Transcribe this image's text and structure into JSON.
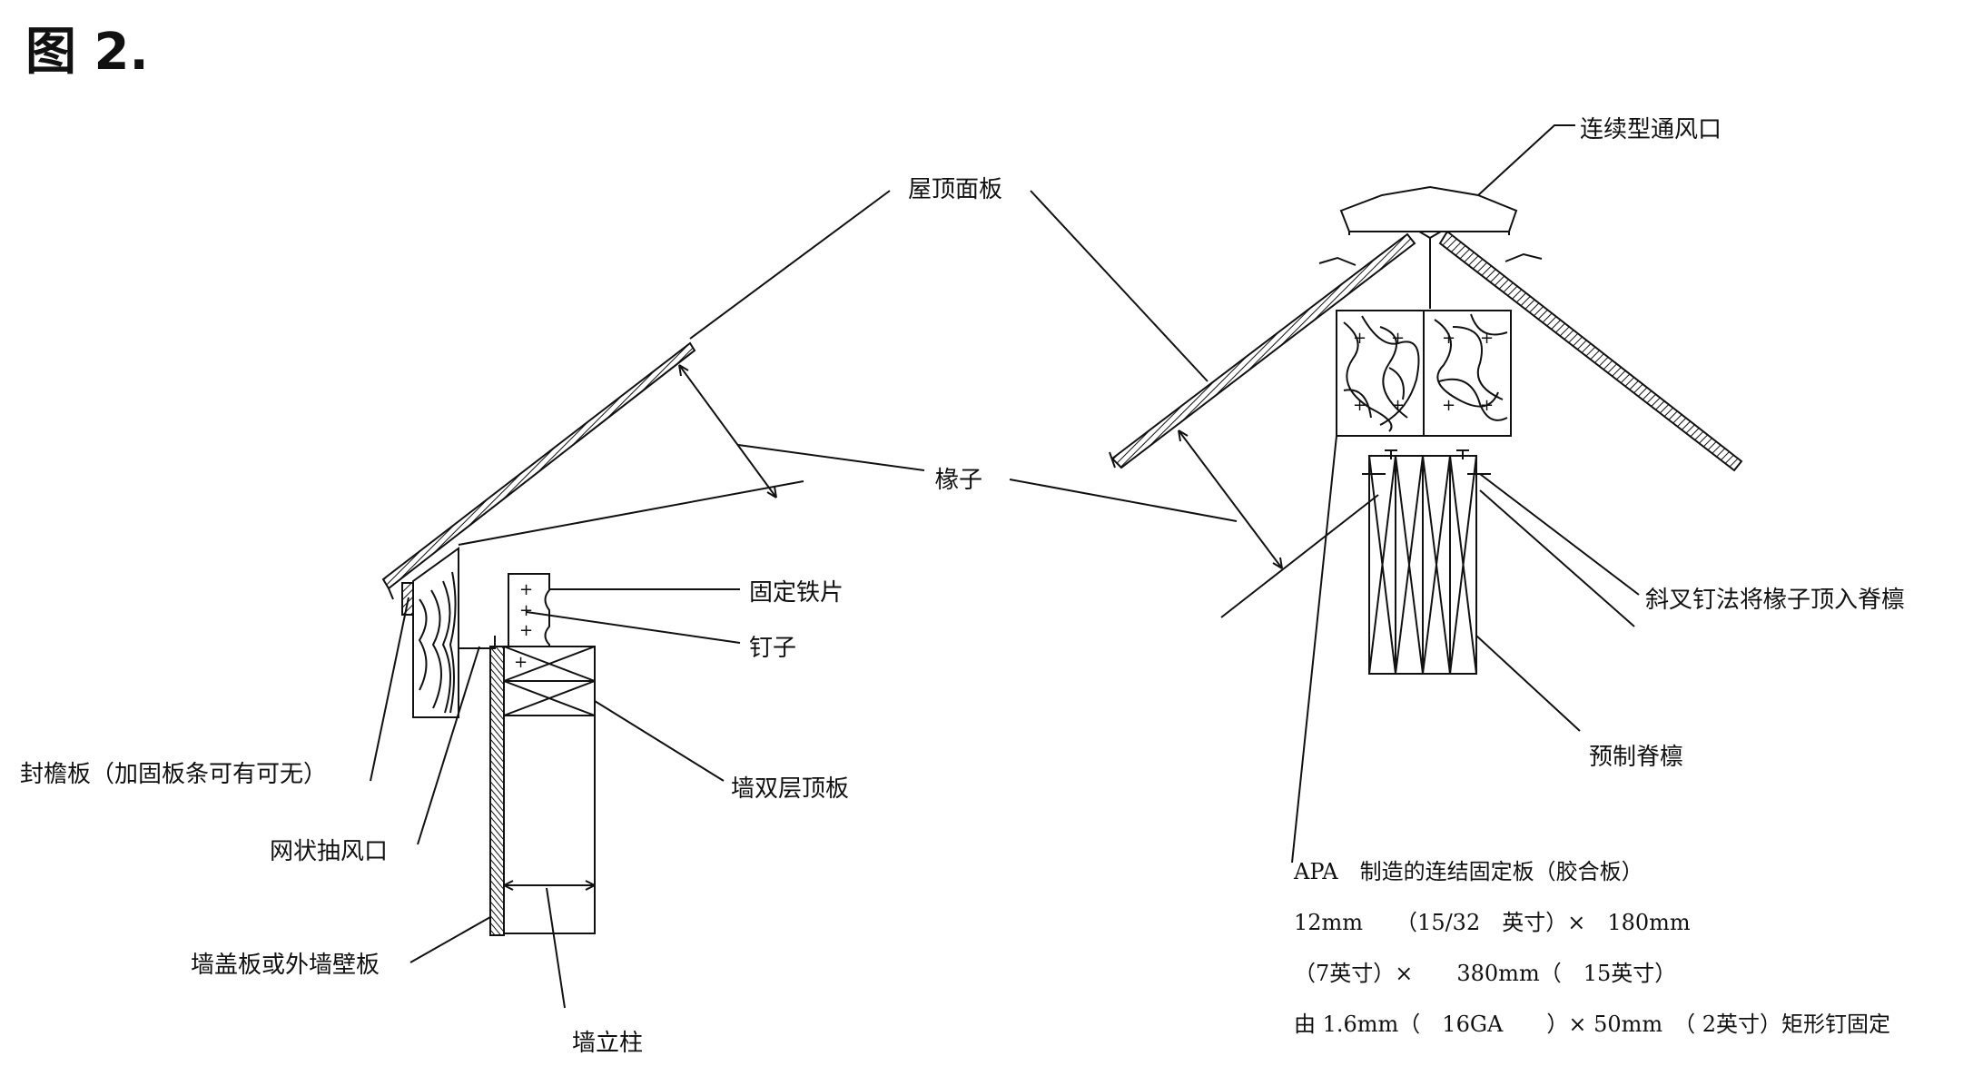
{
  "figure_title": "图 2.",
  "labels": {
    "roof_sheathing": "屋顶面板",
    "continuous_ridge_vent": "连续型通风口",
    "rafter": "椽子",
    "fixing_clip": "固定铁片",
    "nail": "钉子",
    "fascia": "封檐板（加固板条可有可无）",
    "screen_vent": "网状抽风口",
    "double_top_plate": "墙双层顶板",
    "wall_sheathing": "墙盖板或外墙壁板",
    "wall_stud": "墙立柱",
    "toe_nail": "斜叉钉法将椽子顶入脊檩",
    "prefab_ridge_beam": "预制脊檩"
  },
  "gusset_note": {
    "line1": "APA　制造的连结固定板（胶合板）",
    "line2": "12mm　　（15/32　英寸）×　180mm",
    "line3": "（7英寸）×　　380mm（　15英寸）",
    "line4": "由 1.6mm（　16GA　　）× 50mm　（ 2英寸）矩形钉固定"
  }
}
